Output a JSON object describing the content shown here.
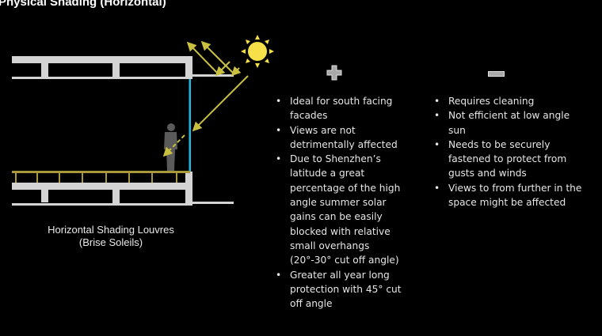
{
  "title": "Physical Shading (Horizontal)",
  "diagram": {
    "caption_line1": "Horizontal Shading Louvres",
    "caption_line2": "(Brise Soleils)",
    "colors": {
      "slab": "#d4d4d4",
      "glass": "#1fb8e0",
      "sun": "#f6e04a",
      "ray": "#c9c040",
      "person": "#5a5a5a",
      "louvre": "#a89a3a"
    }
  },
  "pros": {
    "icon": "plus-icon",
    "items": [
      "Ideal for south facing facades",
      "Views are not detrimentally affected",
      "Due to Shenzhen’s latitude a great percentage of the high angle summer solar gains can be easily blocked with relative small overhangs (20°-30° cut off angle)",
      "Greater all year long protection with 45° cut off angle"
    ]
  },
  "cons": {
    "icon": "minus-icon",
    "items": [
      "Requires cleaning",
      "Not efficient at low angle sun",
      "Needs to be securely fastened to protect from gusts and winds",
      "Views to from further in the space might be affected"
    ]
  }
}
